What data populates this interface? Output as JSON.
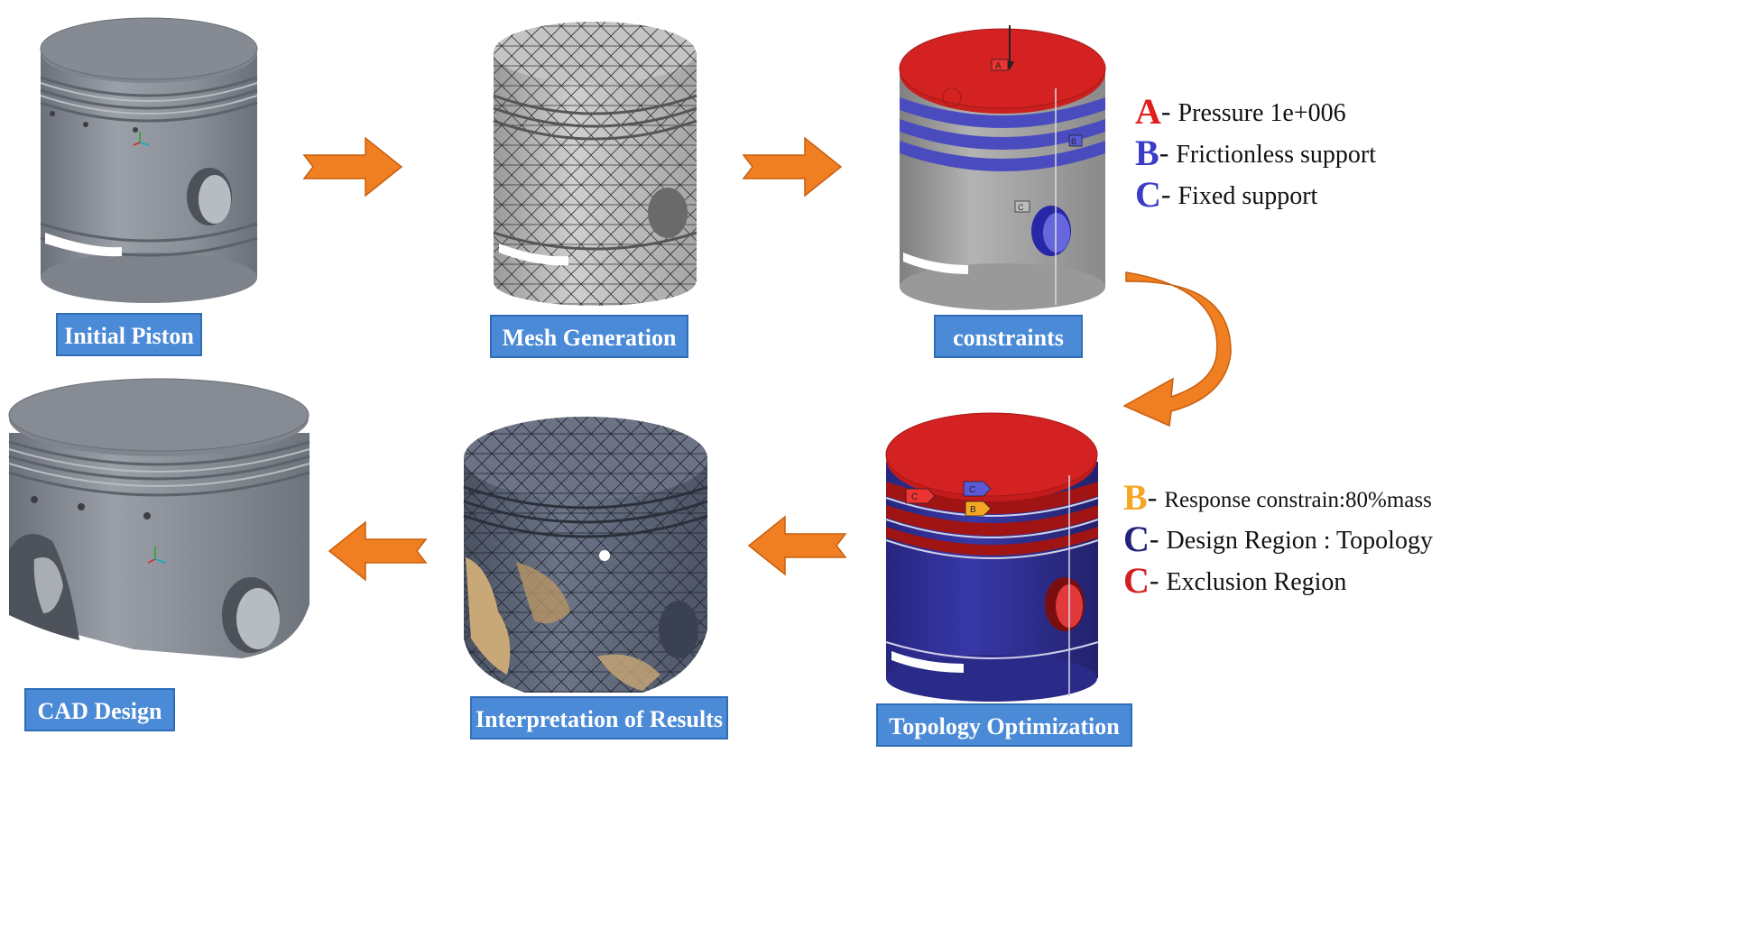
{
  "colors": {
    "label_bg": "#4a8ad6",
    "arrow": "#f07f22",
    "piston_gray": "#8b9099",
    "pressure_red": "#e31b1b",
    "support_blue": "#3333cc",
    "design_navy": "#22227a",
    "response_orange": "#f5a623"
  },
  "stages": {
    "initial": "Initial Piston",
    "mesh": "Mesh Generation",
    "constraints": "constraints",
    "topology": "Topology Optimization",
    "interpretation": "Interpretation of Results",
    "cad": "CAD Design"
  },
  "legend_constraints": [
    {
      "key": "A",
      "text": "Pressure  1e+006",
      "color": "#e31b1b"
    },
    {
      "key": "B",
      "text": "Frictionless  support",
      "color": "#3b3bc8"
    },
    {
      "key": "C",
      "text": "Fixed support",
      "color": "#3b3bc8"
    }
  ],
  "legend_topology": [
    {
      "key": "B",
      "text": "Response constrain:80%mass",
      "color": "#f5a623"
    },
    {
      "key": "C",
      "text": "Design Region : Topology",
      "color": "#22227a"
    },
    {
      "key": "C",
      "text": "Exclusion Region",
      "color": "#d21f1f"
    }
  ],
  "tags": {
    "a": "A",
    "b": "B",
    "c": "C"
  }
}
